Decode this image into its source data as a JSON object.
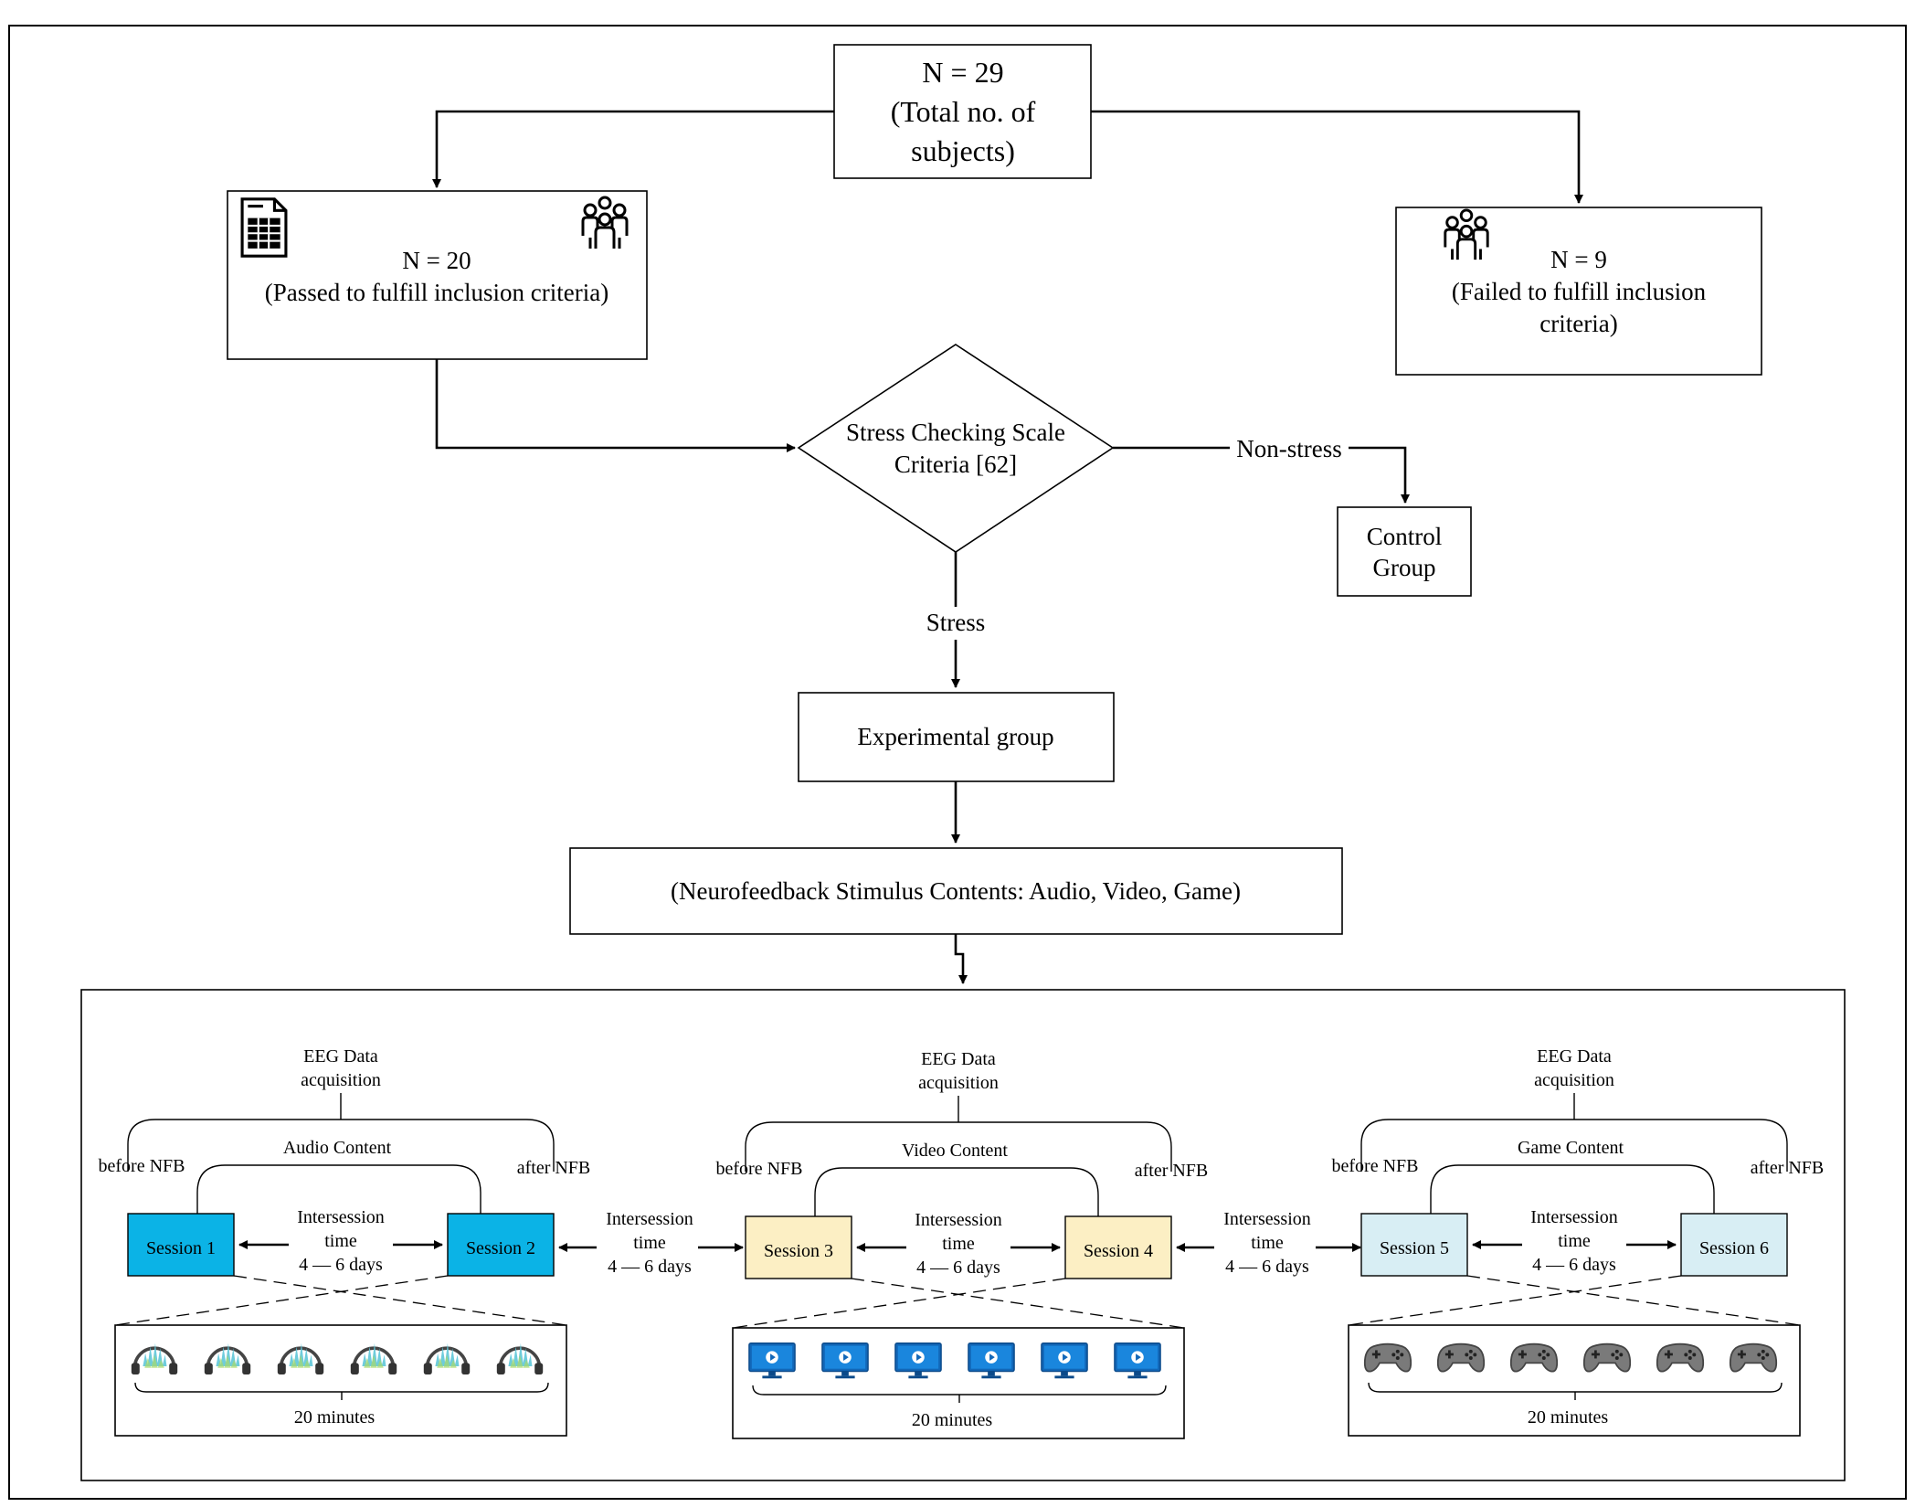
{
  "top": {
    "line1": "N = 29",
    "line2": "(Total no. of",
    "line3": "subjects)"
  },
  "passed": {
    "line1": "N = 20",
    "line2": "(Passed to fulfill inclusion criteria)"
  },
  "failed": {
    "line1": "N = 9",
    "line2": "(Failed to fulfill inclusion",
    "line3": "criteria)"
  },
  "decision": {
    "line1": "Stress Checking Scale",
    "line2": "Criteria [62]"
  },
  "edges": {
    "non_stress": "Non-stress",
    "stress": "Stress"
  },
  "control": {
    "line1": "Control",
    "line2": "Group"
  },
  "experimental": {
    "label": "Experimental group"
  },
  "stimulus": {
    "label": "(Neurofeedback Stimulus Contents: Audio, Video, Game)"
  },
  "common": {
    "eeg1": "EEG Data",
    "eeg2": "acquisition",
    "before": "before NFB",
    "after": "after NFB",
    "inter1": "Intersession",
    "inter2": "time",
    "inter3": "4 — 6 days",
    "duration": "20 minutes"
  },
  "groups": [
    {
      "content": "Audio Content",
      "s_a": "Session 1",
      "s_b": "Session 2",
      "color": "#0bb3e6",
      "icon": "headphone-icon"
    },
    {
      "content": "Video Content",
      "s_a": "Session 3",
      "s_b": "Session 4",
      "color": "#fcefc4",
      "icon": "monitor-icon"
    },
    {
      "content": "Game Content",
      "s_a": "Session 5",
      "s_b": "Session 6",
      "color": "#d8eef4",
      "icon": "gamepad-icon"
    }
  ],
  "colors": {
    "headphone_wave": "#5ec7d8",
    "monitor": "#1267b8",
    "gamepad": "#6a6a6a"
  }
}
